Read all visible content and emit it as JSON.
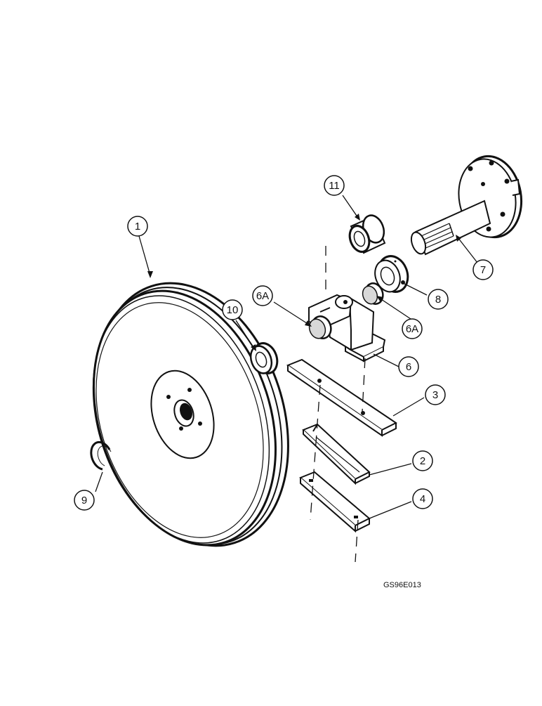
{
  "figure_code": "GS96E013",
  "callouts": {
    "part_1": "1",
    "part_2": "2",
    "part_3": "3",
    "part_4": "4",
    "part_6": "6",
    "part_6a_left": "6A",
    "part_6a_right": "6A",
    "part_7": "7",
    "part_8": "8",
    "part_9": "9",
    "part_10": "10",
    "part_11": "11"
  },
  "colors": {
    "ink": "#111111",
    "paper": "#ffffff",
    "shade": "#d8d8d8"
  }
}
